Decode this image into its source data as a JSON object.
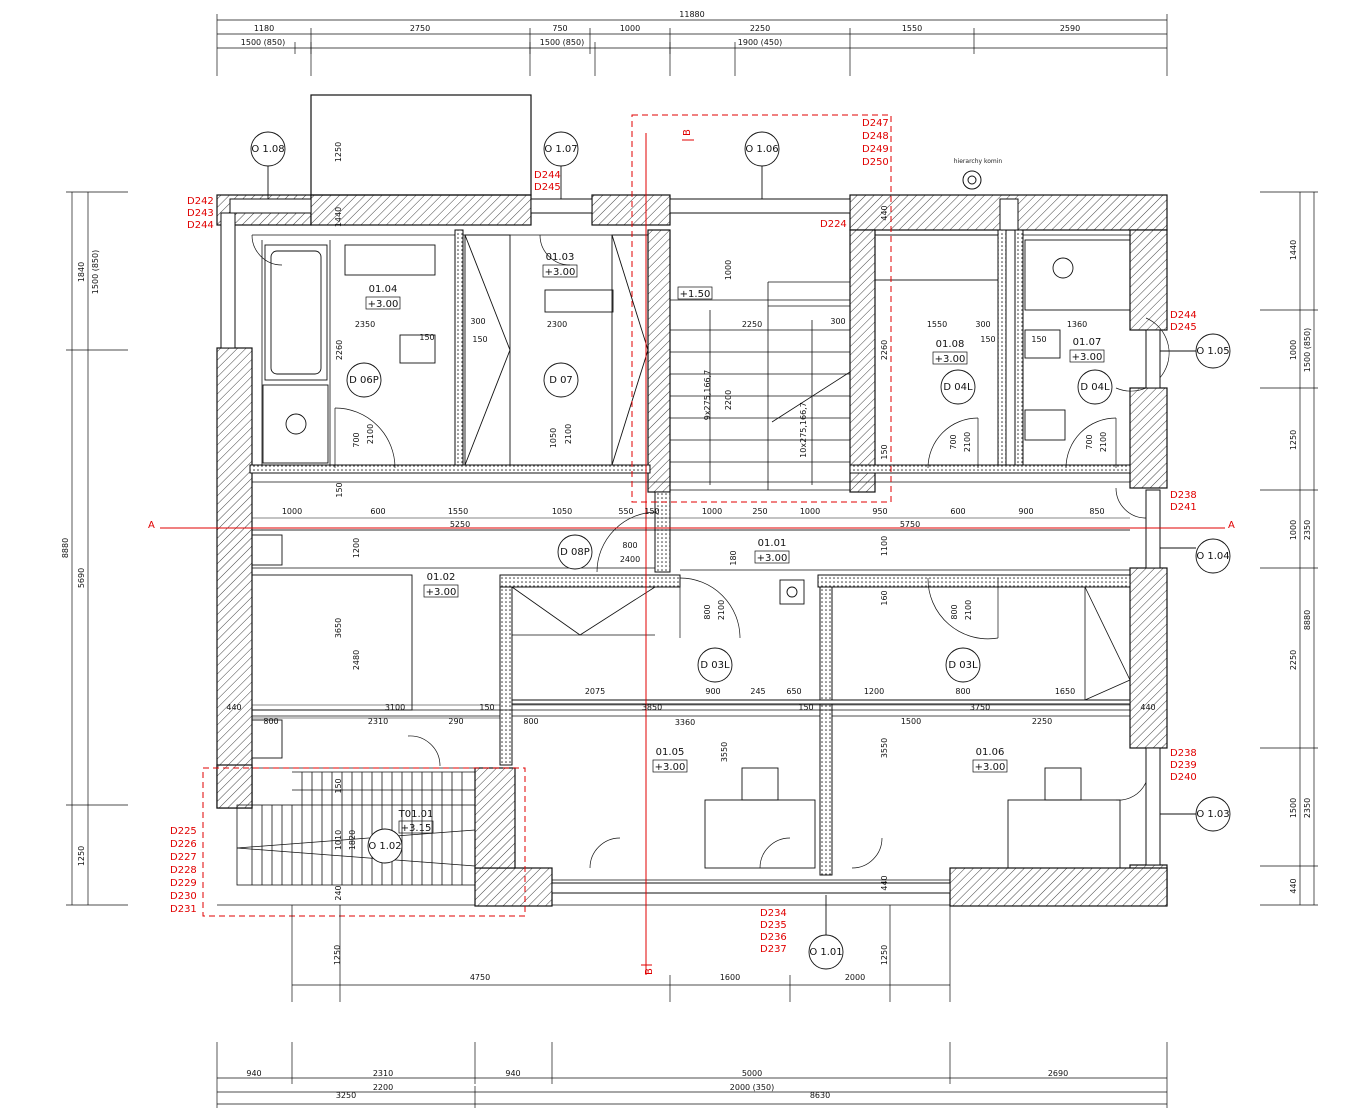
{
  "dims_top_total": "11880",
  "dims_top": [
    "1180",
    "2750",
    "750",
    "1000",
    "2250",
    "1550",
    "2590"
  ],
  "dims_top_windows": [
    "1500 (850)",
    "1500 (850)",
    "1900 (450)"
  ],
  "dims_bottom": [
    "940",
    "2310",
    "940",
    "5000",
    "2690"
  ],
  "dims_bottom_windows": [
    "2200",
    "2000 (350)"
  ],
  "dims_bottom_total_left": "3250",
  "dims_bottom_total_right": "8630",
  "dims_left_total": "8880",
  "dims_left": [
    "1840",
    "5690",
    "1250"
  ],
  "dims_left_window": "1500 (850)",
  "dims_right_total": "8880",
  "dims_right": [
    "1440",
    "1000",
    "1250",
    "1000",
    "2250",
    "1500",
    "440"
  ],
  "dims_right_windows": [
    "1500 (850)",
    "2350",
    "2350"
  ],
  "dims_outside": [
    "4750",
    "1600",
    "2000",
    "1250",
    "1250",
    "1250"
  ],
  "section_a": "A",
  "section_b": "B",
  "rooms": [
    {
      "num": "01.01",
      "level": "+3.00"
    },
    {
      "num": "01.02",
      "level": "+3.00"
    },
    {
      "num": "01.03",
      "level": "+3.00"
    },
    {
      "num": "01.04",
      "level": "+3.00"
    },
    {
      "num": "01.05",
      "level": "+3.00"
    },
    {
      "num": "01.06",
      "level": "+3.00"
    },
    {
      "num": "01.07",
      "level": "+3.00"
    },
    {
      "num": "01.08",
      "level": "+3.00"
    },
    {
      "num": "T01.01",
      "level": "+3.15"
    }
  ],
  "stair_level": "+1.50",
  "window_tags": [
    "O 1.01",
    "O 1.02",
    "O 1.03",
    "O 1.04",
    "O 1.05",
    "O 1.06",
    "O 1.07",
    "O 1.08"
  ],
  "door_tags": [
    "D 03L",
    "D 03L",
    "D 04L",
    "D 04L",
    "D 06P",
    "D 07",
    "D 08P"
  ],
  "red_labels": {
    "nw": [
      "D242",
      "D243",
      "D244"
    ],
    "n": [
      "D244",
      "D245"
    ],
    "stair": [
      "D247",
      "D248",
      "D249",
      "D250"
    ],
    "stair2": "D224",
    "e1": [
      "D244",
      "D245"
    ],
    "e2": [
      "D238",
      "D241"
    ],
    "e3": [
      "D238",
      "D239",
      "D240"
    ],
    "s": [
      "D234",
      "D235",
      "D236",
      "D237"
    ],
    "sw": [
      "D225",
      "D226",
      "D227",
      "D228",
      "D229",
      "D230",
      "D231"
    ]
  },
  "flue_label": "hierarchy komin",
  "interior_dims": {
    "row_corridor": [
      "1000",
      "600",
      "1550",
      "1050",
      "550",
      "150",
      "1000",
      "250",
      "1000",
      "950",
      "600",
      "900",
      "850"
    ],
    "corridor_totals": [
      "5250",
      "5750"
    ],
    "d08_dims": [
      "800",
      "2400"
    ],
    "upper_row": [
      "2350",
      "2300",
      "300",
      "150",
      "2250",
      "300",
      "1550",
      "300",
      "1360",
      "150"
    ],
    "lower_row": [
      "2075",
      "3850",
      "900",
      "245",
      "650",
      "1200",
      "3750",
      "800",
      "1650",
      "3100",
      "2310",
      "290",
      "150",
      "3360",
      "1500",
      "2250",
      "440",
      "800"
    ],
    "vert": [
      "1250",
      "1440",
      "1000",
      "2260",
      "2200",
      "2260",
      "700",
      "2100",
      "1050",
      "2100",
      "700",
      "2100",
      "700",
      "2100",
      "150",
      "1200",
      "3650",
      "2480",
      "800",
      "2100",
      "800",
      "2100",
      "180",
      "1100",
      "160",
      "3550",
      "3550",
      "1010",
      "1820",
      "240",
      "150",
      "440",
      "9x275,166,7",
      "10x275,166,7",
      "150",
      "150",
      "600",
      "1000"
    ],
    "doors_small": [
      "160",
      "150",
      "800",
      "1000"
    ]
  }
}
